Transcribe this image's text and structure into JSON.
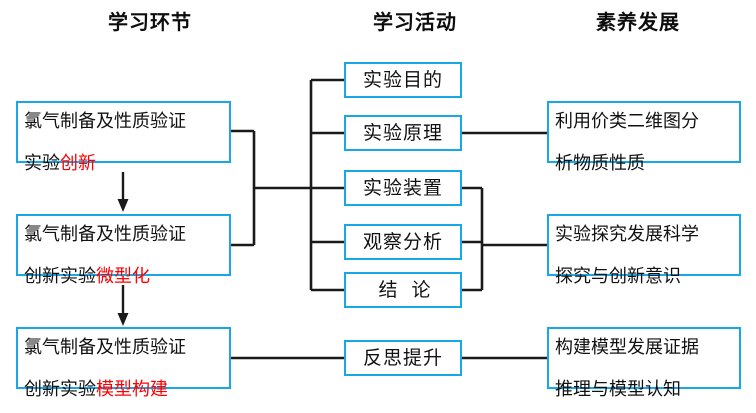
{
  "diagram": {
    "title_row": {
      "learning_stage": "学习环节",
      "learning_activity": "学习活动",
      "literacy_development": "素养发展"
    },
    "colors": {
      "box_border": "#18a8e8",
      "connector": "#1a1a1a",
      "highlight_text": "#ff0000",
      "body_text": "#111111",
      "background": "#ffffff"
    },
    "left_column": [
      {
        "id": "stage-1",
        "line1": "氯气制备及性质验证",
        "line2_plain": "实验",
        "line2_highlight": "创新"
      },
      {
        "id": "stage-2",
        "line1": "氯气制备及性质验证",
        "line2_plain": "创新实验",
        "line2_highlight": "微型化"
      },
      {
        "id": "stage-3",
        "line1": "氯气制备及性质验证",
        "line2_plain": "创新实验",
        "line2_highlight": "模型构建"
      }
    ],
    "middle_column": [
      {
        "id": "activity-1",
        "label": "实验目的"
      },
      {
        "id": "activity-2",
        "label": "实验原理"
      },
      {
        "id": "activity-3",
        "label": "实验装置"
      },
      {
        "id": "activity-4",
        "label": "观察分析"
      },
      {
        "id": "activity-5",
        "label_a": "结",
        "label_b": "论"
      },
      {
        "id": "activity-6",
        "label": "反思提升"
      }
    ],
    "right_column": [
      {
        "id": "literacy-1",
        "line1": "利用价类二维图分",
        "line2": "析物质性质"
      },
      {
        "id": "literacy-2",
        "line1": "实验探究发展科学",
        "line2": "探究与创新意识"
      },
      {
        "id": "literacy-3",
        "line1": "构建模型发展证据",
        "line2": "推理与模型认知"
      }
    ]
  }
}
